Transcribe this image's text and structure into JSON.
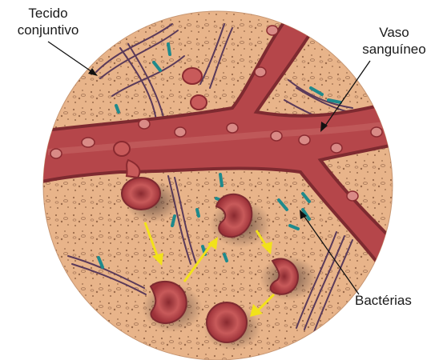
{
  "labels": {
    "connective_tissue": [
      "Tecido",
      "conjuntivo"
    ],
    "blood_vessel": [
      "Vaso",
      "sanguíneo"
    ],
    "bacteria": "Bactérias"
  },
  "colors": {
    "tissue": "#e8b48a",
    "tissue_dots": "#9a6a4a",
    "vessel": "#b5464a",
    "vessel_dark": "#7e2a30",
    "vessel_light": "#d98a86",
    "fibers": "#5a3a5a",
    "bacteria": "#1f8a8c",
    "arrows": "#f2e21a",
    "leader": "#111111"
  },
  "icons": [
    "red-blood-cell-icon",
    "migrating-cell-icon",
    "bacterium-icon",
    "arrow-icon"
  ]
}
